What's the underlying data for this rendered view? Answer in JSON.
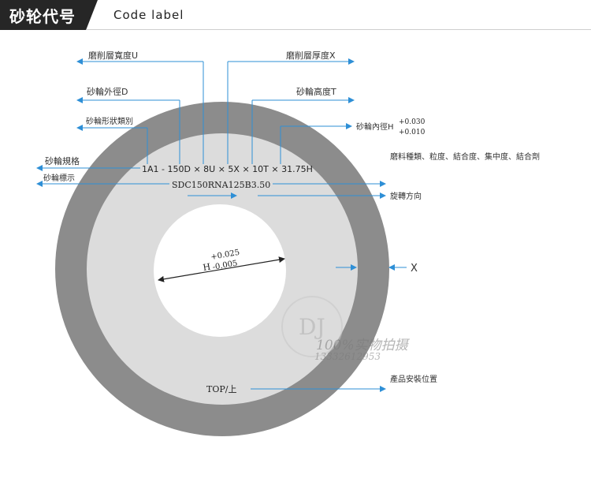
{
  "header": {
    "title": "砂轮代号",
    "subtitle": "Code label"
  },
  "labels": {
    "grinding_layer_width": "磨削層寬度U",
    "grinding_layer_thickness": "磨削層厚度X",
    "outer_diameter": "砂輪外徑D",
    "height": "砂輪高度T",
    "shape_category": "砂輪形狀類別",
    "inner_diameter": "砂輪內徑H",
    "inner_tol_upper": "+0.030",
    "inner_tol_lower": "+0.010",
    "abrasive_info": "磨料種類、粒度、結合度、集中度、結合劑",
    "spec": "砂輪規格",
    "marking": "砂輪標示",
    "rotation": "旋轉方向",
    "install_position": "產品安裝位置",
    "x_marker": "X"
  },
  "wheel": {
    "spec_code": "1A1 - 150D × 8U × 5X × 10T × 31.75H",
    "mark_code": "SDC150RNA125B3.50",
    "bore_label": "H",
    "bore_tol_upper": "+0.025",
    "bore_tol_lower": "-0.005",
    "top_label": "TOP/上"
  },
  "watermark": {
    "logo_text": "DJ",
    "caption": "100%实物拍摄",
    "phone": "13332612953"
  },
  "colors": {
    "outer_ring": "#8c8c8c",
    "inner_face": "#dcdcdc",
    "arrow": "#2e8fd6",
    "header_bg": "#262626"
  }
}
